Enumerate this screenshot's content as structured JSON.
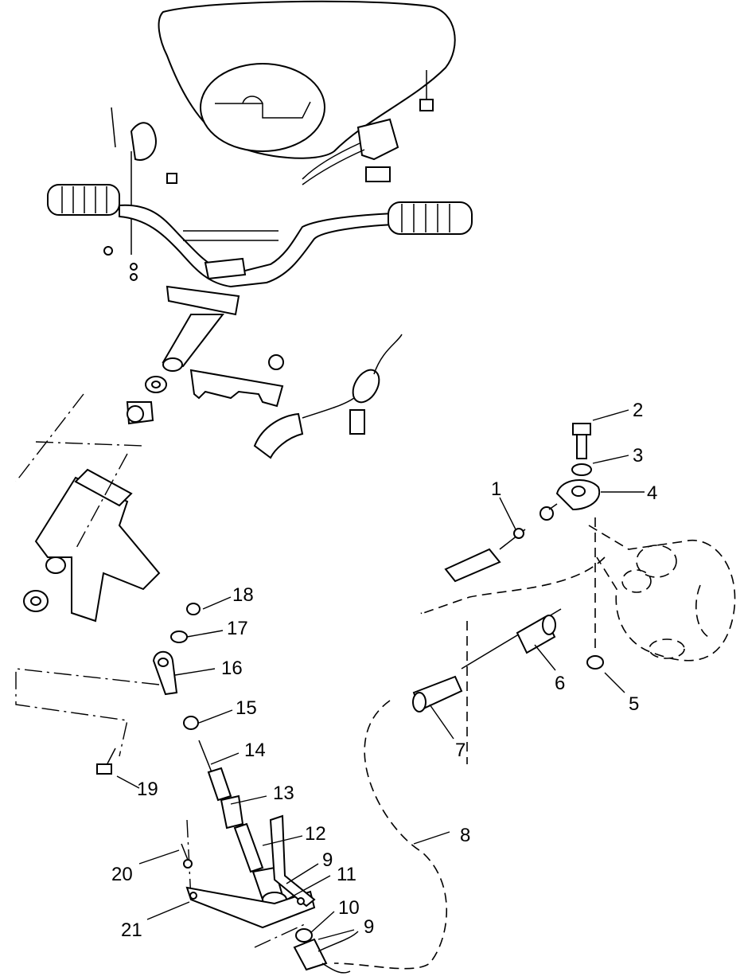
{
  "callouts": {
    "c1": "1",
    "c2": "2",
    "c3": "3",
    "c4": "4",
    "c5": "5",
    "c6": "6",
    "c7": "7",
    "c8": "8",
    "c9a": "9",
    "c9b": "9",
    "c10": "10",
    "c11": "11",
    "c12": "12",
    "c13": "13",
    "c14": "14",
    "c15": "15",
    "c16": "16",
    "c17": "17",
    "c18": "18",
    "c19": "19",
    "c20": "20",
    "c21": "21"
  }
}
